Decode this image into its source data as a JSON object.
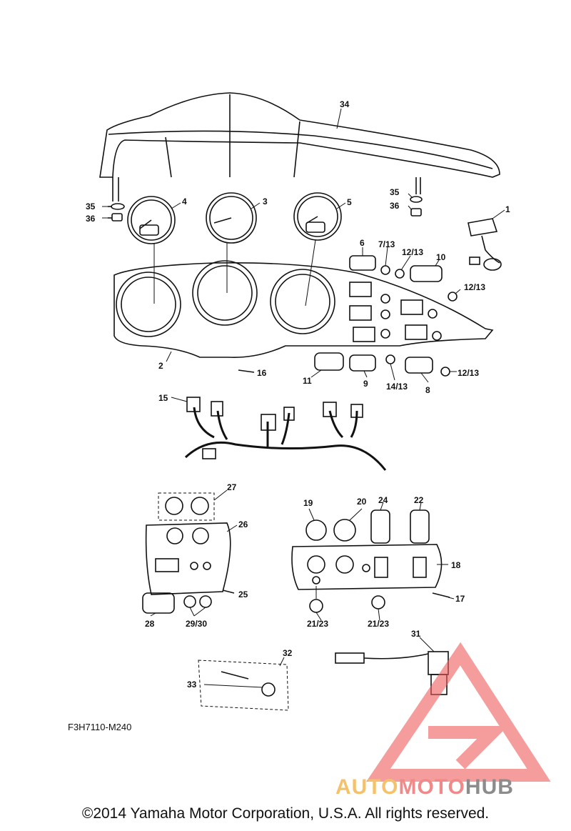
{
  "diagram": {
    "part_code": "F3H7110-M240",
    "copyright": "©2014 Yamaha Motor Corporation, U.S.A. All rights reserved.",
    "watermark": {
      "part1": "AUTO",
      "part2": "MOTO",
      "part3": "HUB"
    },
    "callouts": {
      "c34": "34",
      "c35a": "35",
      "c36a": "36",
      "c4": "4",
      "c3": "3",
      "c5": "5",
      "c35b": "35",
      "c36b": "36",
      "c1": "1",
      "c6": "6",
      "c7_13": "7/13",
      "c12_13a": "12/13",
      "c10": "10",
      "c12_13b": "12/13",
      "c2": "2",
      "c16": "16",
      "c11": "11",
      "c9": "9",
      "c14_13": "14/13",
      "c8": "8",
      "c12_13c": "12/13",
      "c15": "15",
      "c27": "27",
      "c26": "26",
      "c25": "25",
      "c28": "28",
      "c29_30": "29/30",
      "c19": "19",
      "c20": "20",
      "c24": "24",
      "c22": "22",
      "c18": "18",
      "c17": "17",
      "c21_23a": "21/23",
      "c21_23b": "21/23",
      "c31": "31",
      "c32": "32",
      "c33": "33"
    },
    "colors": {
      "line": "#111111",
      "watermark_red": "#ef5b5b",
      "watermark_yellow": "#f5c26b"
    }
  }
}
